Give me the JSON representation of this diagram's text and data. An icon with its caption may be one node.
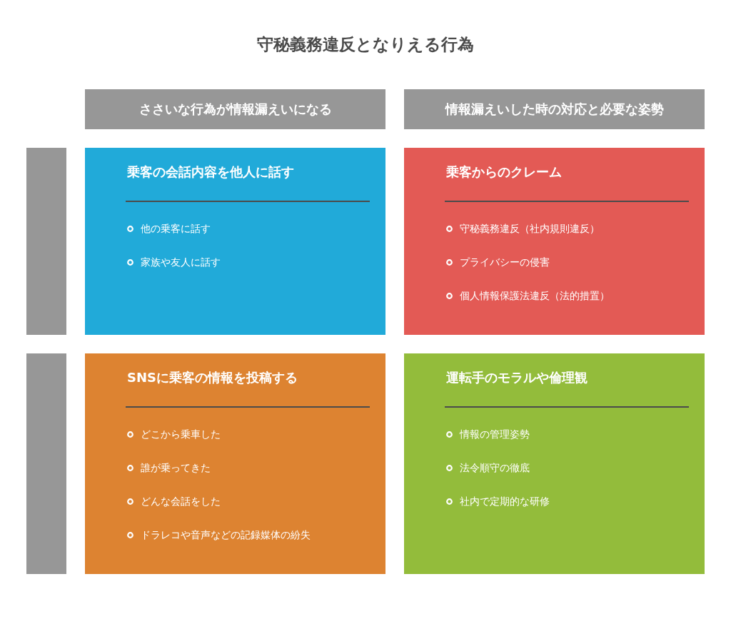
{
  "diagram": {
    "title": "守秘義務違反となりえる行為",
    "nodes": [
      {
        "text": [
          "ささいな行為が情報漏えいになる"
        ]
      },
      {
        "text": [
          "情報漏えいした時の対応と必要な姿勢"
        ]
      },
      {
        "text": [],
        "shape": "bar"
      },
      {
        "text": [
          "乗客の会話内容を他人に話す",
          "他の乗客に話す",
          "家族や友人に話す"
        ]
      },
      {
        "text": [
          "乗客からのクレーム",
          "守秘義務違反（社内規則違反）",
          "プライバシーの侵害",
          "個人情報保護法違反（法的措置）"
        ]
      },
      {
        "text": [],
        "shape": "bar"
      },
      {
        "text": [
          "SNSに乗客の情報を投稿する",
          "どこから乗車した",
          "誰が乗ってきた",
          "どんな会話をした",
          "ドラレコや音声などの記録媒体の紛失"
        ]
      },
      {
        "text": [
          "運転手のモラルや倫理観",
          "情報の管理姿勢",
          "法令順守の徹底",
          "社内で定期的な研修"
        ]
      }
    ]
  }
}
